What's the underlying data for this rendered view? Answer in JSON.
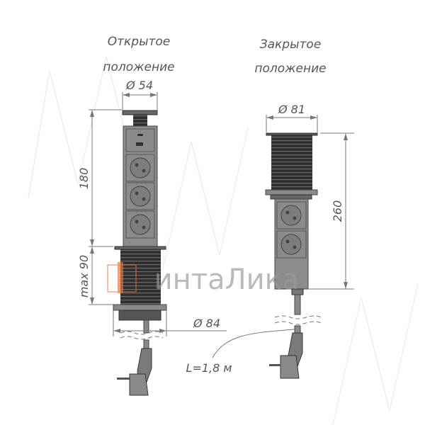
{
  "open": {
    "title_line1": "Открытое",
    "title_line2": "положение",
    "diameter_top": "Ø 54",
    "height": "180",
    "sleeve_height": "max 90",
    "diameter_bottom": "Ø 84",
    "socket_count": 3
  },
  "closed": {
    "title_line1": "Закрытое",
    "title_line2": "положение",
    "diameter_top": "Ø 81",
    "height": "260",
    "socket_count": 2
  },
  "cable": {
    "length": "L=1,8 м"
  },
  "logo": {
    "text": "интаЛика",
    "accent_color": "#e8743b"
  },
  "colors": {
    "body": "#8a8a8a",
    "dark": "#3a3a3a",
    "dim_line": "#777777"
  }
}
